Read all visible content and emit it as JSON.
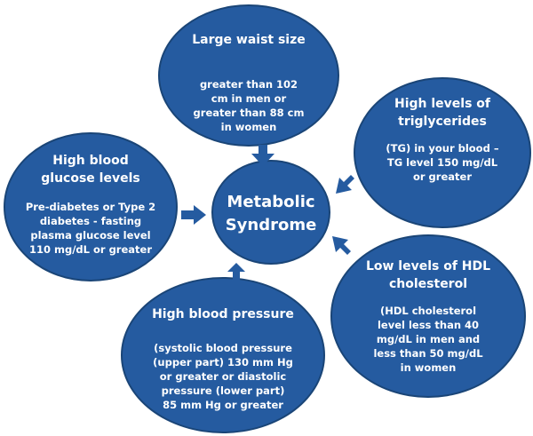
{
  "diagram": {
    "center": {
      "title": "Metabolic\nSyndrome"
    },
    "nodes": [
      {
        "key": "waist",
        "title": "Large waist size",
        "description": "greater than 102 cm in men or greater than 88 cm in women"
      },
      {
        "key": "triglycerides",
        "title": "High levels of triglycerides",
        "description": "(TG) in your blood – TG level 150 mg/dL or greater"
      },
      {
        "key": "glucose",
        "title": "High blood glucose levels",
        "description": "Pre-diabetes or Type 2 diabetes - fasting plasma glucose level 110 mg/dL or greater"
      },
      {
        "key": "hdl",
        "title": "Low levels of HDL cholesterol",
        "description": "(HDL cholesterol level less than 40 mg/dL in men and less than 50 mg/dL in women"
      },
      {
        "key": "pressure",
        "title": "High blood pressure",
        "description": "(systolic blood pressure (upper part) 130 mm Hg or greater or diastolic pressure (lower part) 85 mm Hg or greater"
      }
    ],
    "colors": {
      "fill": "#255ba0",
      "outline": "#1a4577",
      "text": "#ffffff"
    }
  }
}
